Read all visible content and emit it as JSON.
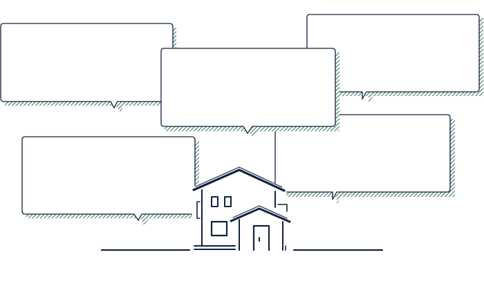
{
  "colors": {
    "outline": "#10213f",
    "shadow": "#3f7a69",
    "fill": "#ffffff"
  },
  "bubbles": [
    {
      "id": "top-left",
      "text": ""
    },
    {
      "id": "top-center",
      "text": ""
    },
    {
      "id": "top-right",
      "text": ""
    },
    {
      "id": "middle-right",
      "text": ""
    },
    {
      "id": "bottom-left",
      "text": ""
    }
  ],
  "illustration": {
    "icon": "house-icon"
  }
}
